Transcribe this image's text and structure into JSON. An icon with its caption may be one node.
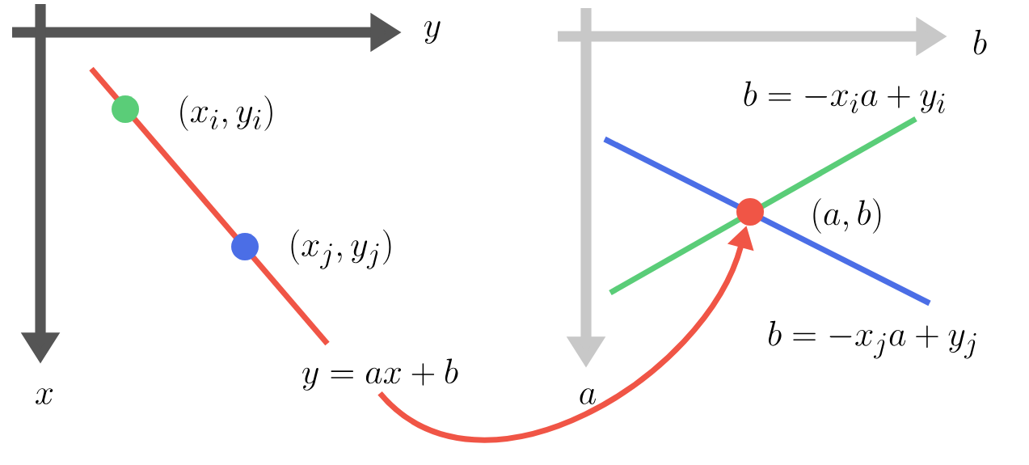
{
  "diagram": {
    "nodes": [
      {
        "text": [
          "y = ax + b"
        ]
      },
      {
        "text": [],
        "shape": "circle",
        "beside": [
          "(a, b)"
        ]
      }
    ],
    "edges": [
      {
        "from": 0,
        "to": 1,
        "arrow": "to"
      }
    ],
    "labels": [
      "y",
      "x",
      "(x_i, y_i)",
      "(x_j, y_j)",
      "b",
      "a",
      "b = -x_i a + y_i",
      "b = -x_j a + y_j"
    ]
  }
}
